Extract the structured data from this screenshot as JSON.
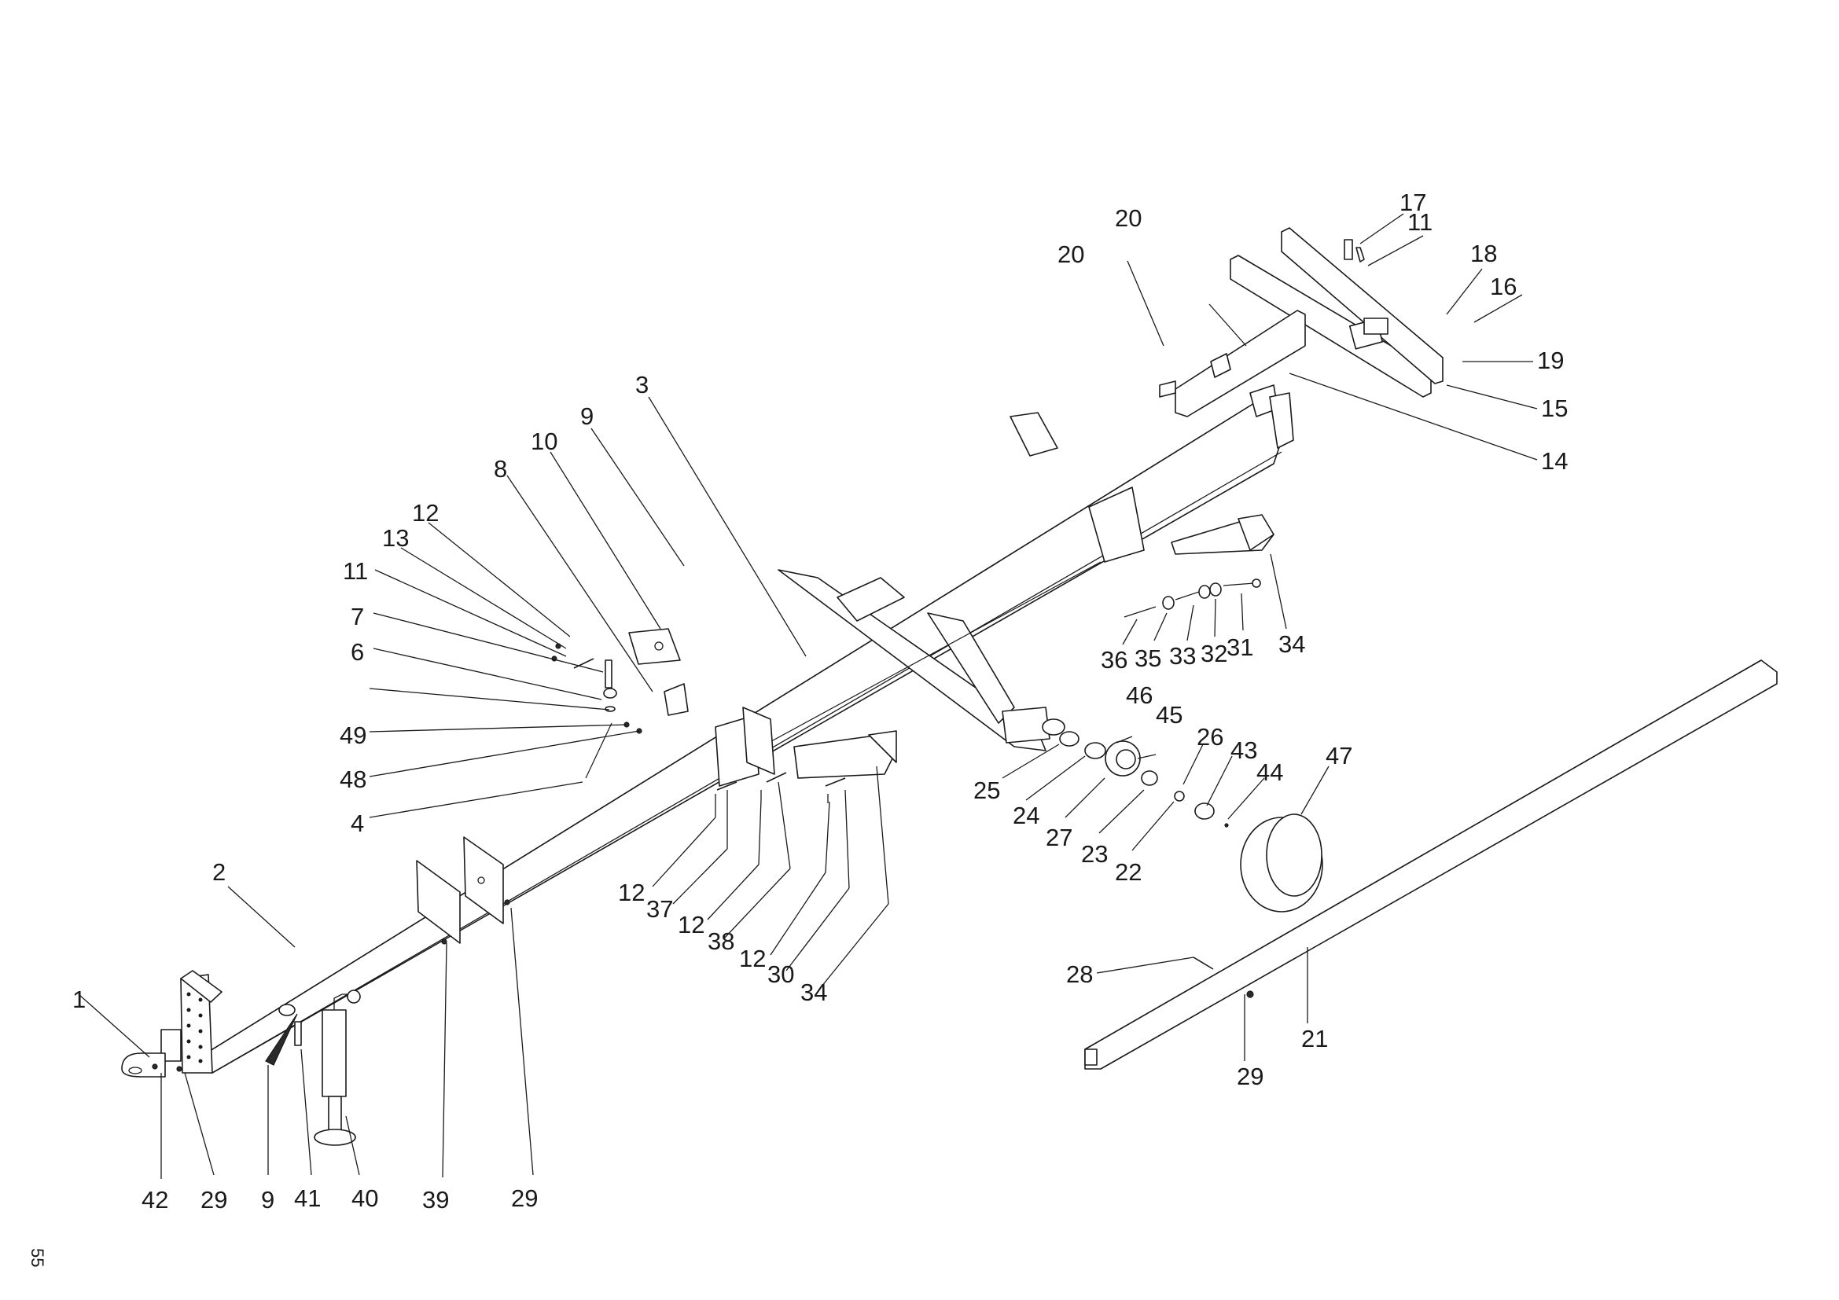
{
  "document": {
    "type": "exploded parts diagram",
    "page_number": "55"
  },
  "callouts": [
    {
      "id": "c1",
      "label": "1"
    },
    {
      "id": "c2",
      "label": "2"
    },
    {
      "id": "c3",
      "label": "3"
    },
    {
      "id": "c4",
      "label": "4"
    },
    {
      "id": "c6",
      "label": "6"
    },
    {
      "id": "c7",
      "label": "7"
    },
    {
      "id": "c8",
      "label": "8"
    },
    {
      "id": "c9a",
      "label": "9"
    },
    {
      "id": "c9b",
      "label": "9"
    },
    {
      "id": "c10",
      "label": "10"
    },
    {
      "id": "c11a",
      "label": "11"
    },
    {
      "id": "c11b",
      "label": "11"
    },
    {
      "id": "c12a",
      "label": "12"
    },
    {
      "id": "c12b",
      "label": "12"
    },
    {
      "id": "c12c",
      "label": "12"
    },
    {
      "id": "c12d",
      "label": "12"
    },
    {
      "id": "c13",
      "label": "13"
    },
    {
      "id": "c14",
      "label": "14"
    },
    {
      "id": "c15",
      "label": "15"
    },
    {
      "id": "c16",
      "label": "16"
    },
    {
      "id": "c17",
      "label": "17"
    },
    {
      "id": "c18",
      "label": "18"
    },
    {
      "id": "c19",
      "label": "19"
    },
    {
      "id": "c20a",
      "label": "20"
    },
    {
      "id": "c20b",
      "label": "20"
    },
    {
      "id": "c21",
      "label": "21"
    },
    {
      "id": "c22",
      "label": "22"
    },
    {
      "id": "c23",
      "label": "23"
    },
    {
      "id": "c24",
      "label": "24"
    },
    {
      "id": "c25",
      "label": "25"
    },
    {
      "id": "c26",
      "label": "26"
    },
    {
      "id": "c27",
      "label": "27"
    },
    {
      "id": "c28",
      "label": "28"
    },
    {
      "id": "c29a",
      "label": "29"
    },
    {
      "id": "c29b",
      "label": "29"
    },
    {
      "id": "c29c",
      "label": "29"
    },
    {
      "id": "c30",
      "label": "30"
    },
    {
      "id": "c31",
      "label": "31"
    },
    {
      "id": "c32",
      "label": "32"
    },
    {
      "id": "c33",
      "label": "33"
    },
    {
      "id": "c34a",
      "label": "34"
    },
    {
      "id": "c34b",
      "label": "34"
    },
    {
      "id": "c35",
      "label": "35"
    },
    {
      "id": "c36",
      "label": "36"
    },
    {
      "id": "c37",
      "label": "37"
    },
    {
      "id": "c38",
      "label": "38"
    },
    {
      "id": "c39",
      "label": "39"
    },
    {
      "id": "c40",
      "label": "40"
    },
    {
      "id": "c41",
      "label": "41"
    },
    {
      "id": "c42",
      "label": "42"
    },
    {
      "id": "c43",
      "label": "43"
    },
    {
      "id": "c44",
      "label": "44"
    },
    {
      "id": "c45",
      "label": "45"
    },
    {
      "id": "c46",
      "label": "46"
    },
    {
      "id": "c47",
      "label": "47"
    },
    {
      "id": "c48",
      "label": "48"
    },
    {
      "id": "c49",
      "label": "49"
    }
  ]
}
